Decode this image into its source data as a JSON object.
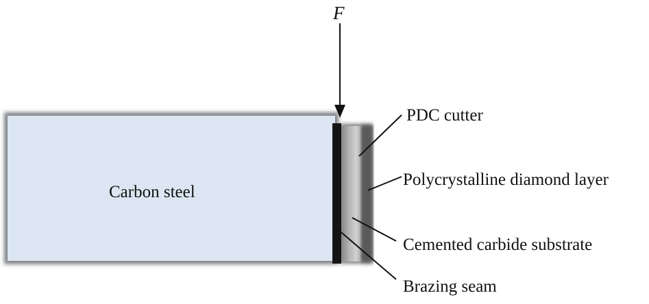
{
  "diagram": {
    "force_label": "F",
    "body_label": "Carbon steel",
    "callouts": {
      "pdc_cutter": "PDC cutter",
      "diamond_layer": "Polycrystalline diamond layer",
      "carbide_substrate": "Cemented carbide substrate",
      "brazing_seam": "Brazing seam"
    },
    "colors": {
      "carbon_steel_fill": "#dbe6f2",
      "carbon_steel_edge": "#7f8288",
      "brazing_seam": "#141414",
      "carbide_substrate": "#a9a9a9",
      "diamond_layer": "#5a5a5a",
      "leader_lines": "#111111"
    }
  }
}
